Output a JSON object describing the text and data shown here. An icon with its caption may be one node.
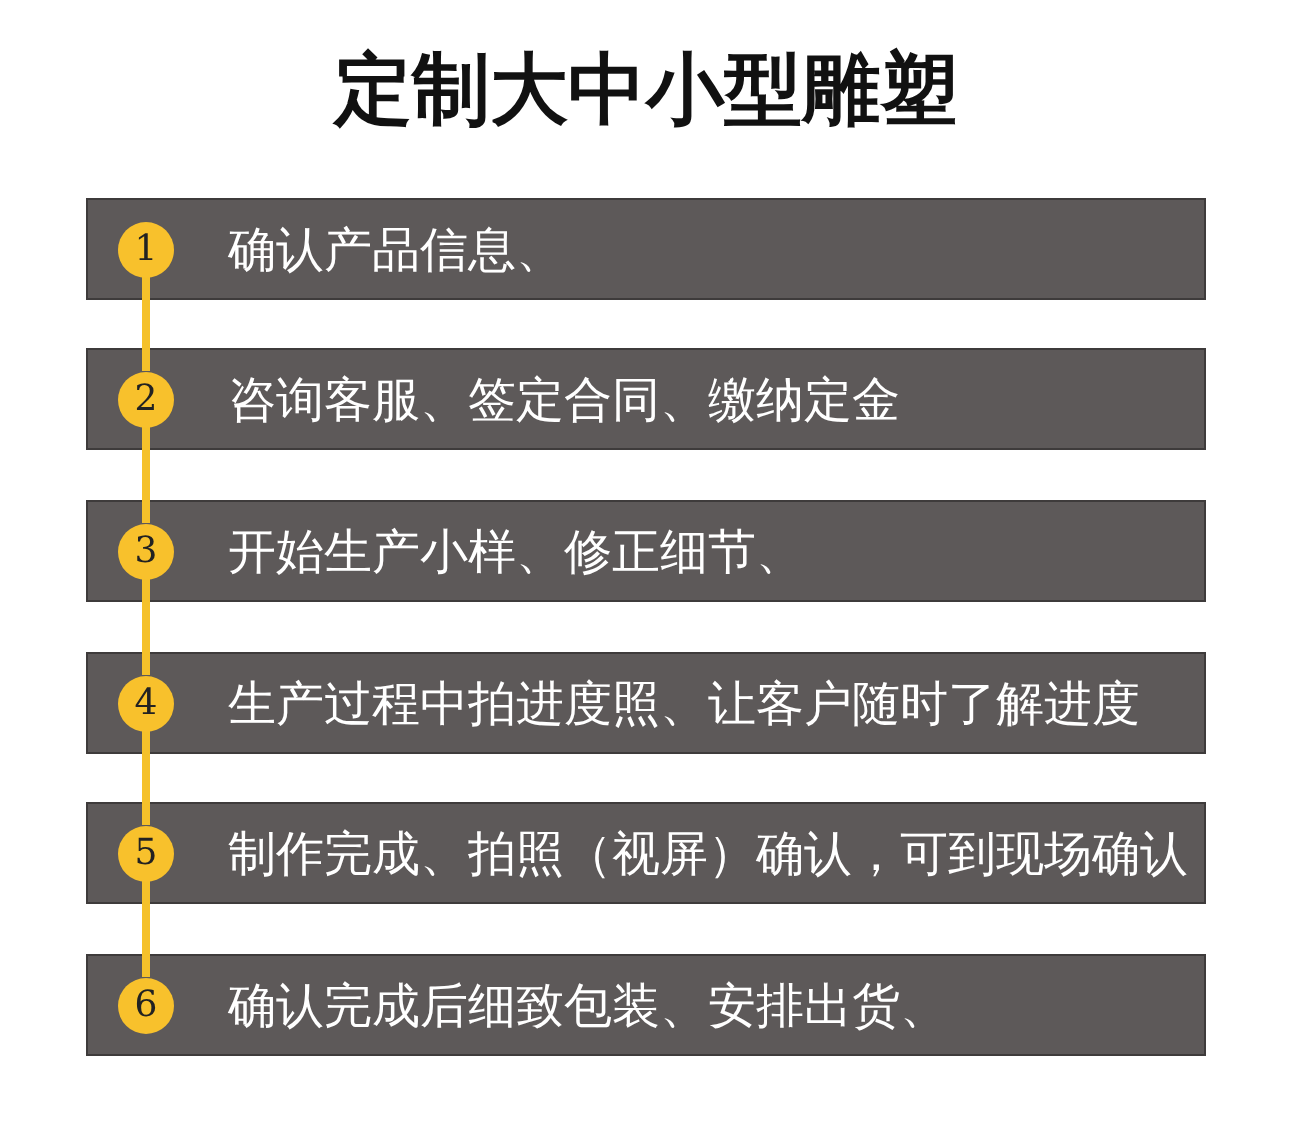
{
  "diagram": {
    "title": "定制大中小型雕塑",
    "nodes": [
      {
        "text": [
          "确认产品信息、"
        ]
      },
      {
        "text": [
          "1"
        ],
        "in": 0
      },
      {
        "text": [
          "咨询客服、签定合同、缴纳定金"
        ]
      },
      {
        "text": [
          "2"
        ],
        "in": 2
      },
      {
        "text": [
          "开始生产小样、修正细节、"
        ]
      },
      {
        "text": [
          "3"
        ],
        "in": 4
      },
      {
        "text": [
          "生产过程中拍进度照、让客户随时了解进度"
        ]
      },
      {
        "text": [
          "4"
        ],
        "in": 6
      },
      {
        "text": [
          "制作完成、拍照（视屏）确认，可到现场确认"
        ]
      },
      {
        "text": [
          "5"
        ],
        "in": 8
      },
      {
        "text": [
          "确认完成后细致包装、安排出货、"
        ]
      },
      {
        "text": [
          "6"
        ],
        "in": 10
      }
    ],
    "edges": [
      {
        "from": 1,
        "to": 3,
        "arrow": "none"
      },
      {
        "from": 3,
        "to": 5,
        "arrow": "none"
      },
      {
        "from": 5,
        "to": 7,
        "arrow": "none"
      },
      {
        "from": 7,
        "to": 9,
        "arrow": "none"
      },
      {
        "from": 9,
        "to": 11,
        "arrow": "none"
      }
    ]
  }
}
